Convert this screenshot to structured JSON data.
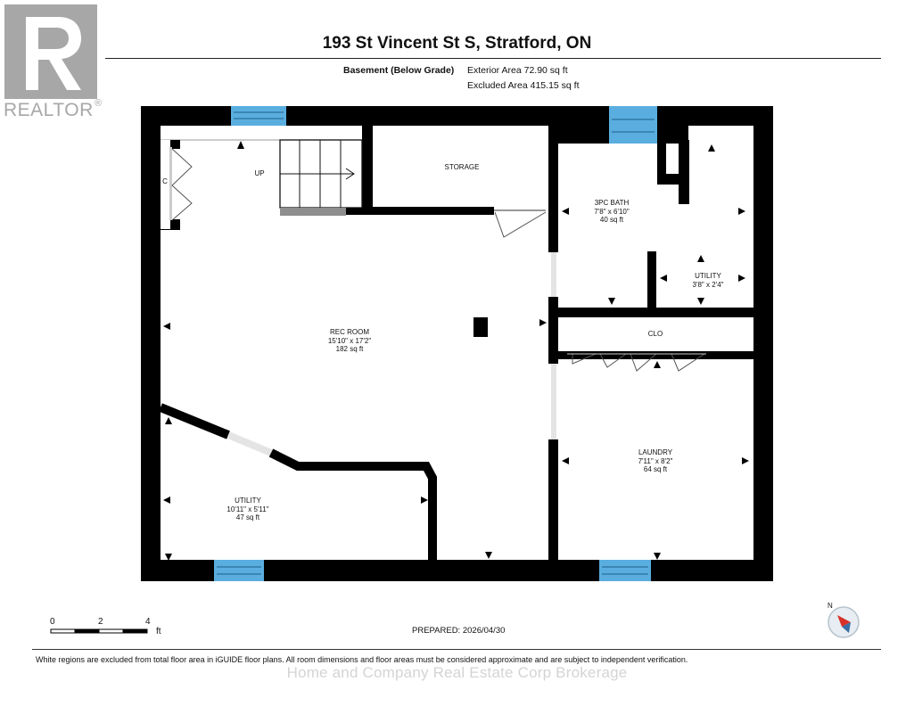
{
  "header": {
    "title": "193 St Vincent St S, Stratford, ON",
    "level": "Basement (Below Grade)",
    "exterior_area": "Exterior Area 72.90 sq ft",
    "excluded_area": "Excluded Area 415.15 sq ft"
  },
  "logo": {
    "text": "REALTOR",
    "mark": "®",
    "color": "#a7a7a7"
  },
  "rooms": {
    "rec_room": {
      "name": "REC ROOM",
      "dims": "15'10\" x 17'2\"",
      "area": "182 sq ft"
    },
    "bath": {
      "name": "3PC BATH",
      "dims": "7'8\" x 6'10\"",
      "area": "40 sq ft"
    },
    "utility_small": {
      "name": "UTILITY",
      "dims": "3'8\" x 2'4\""
    },
    "utility_large": {
      "name": "UTILITY",
      "dims": "10'11\" x 5'11\"",
      "area": "47 sq ft"
    },
    "laundry": {
      "name": "LAUNDRY",
      "dims": "7'11\" x 8'2\"",
      "area": "64 sq ft"
    },
    "storage": {
      "name": "STORAGE"
    },
    "closet": {
      "name": "CLO"
    },
    "closet_small": {
      "name": "C"
    },
    "stairs": {
      "label": "UP"
    }
  },
  "scale": {
    "ticks": [
      "0",
      "2",
      "4"
    ],
    "unit": "ft"
  },
  "compass": {
    "label": "N",
    "icon": "north-compass-icon"
  },
  "prepared": "PREPARED: 2026/04/30",
  "footnote": "White regions are excluded from total floor area in iGUIDE floor plans. All room dimensions and floor areas must be considered approximate and are subject to independent verification.",
  "watermark": "Home and Company Real Estate Corp Brokerage",
  "colors": {
    "wall": "#000000",
    "window": "#5aaedf",
    "stair": "#8e8e8e",
    "door": "#555555"
  }
}
